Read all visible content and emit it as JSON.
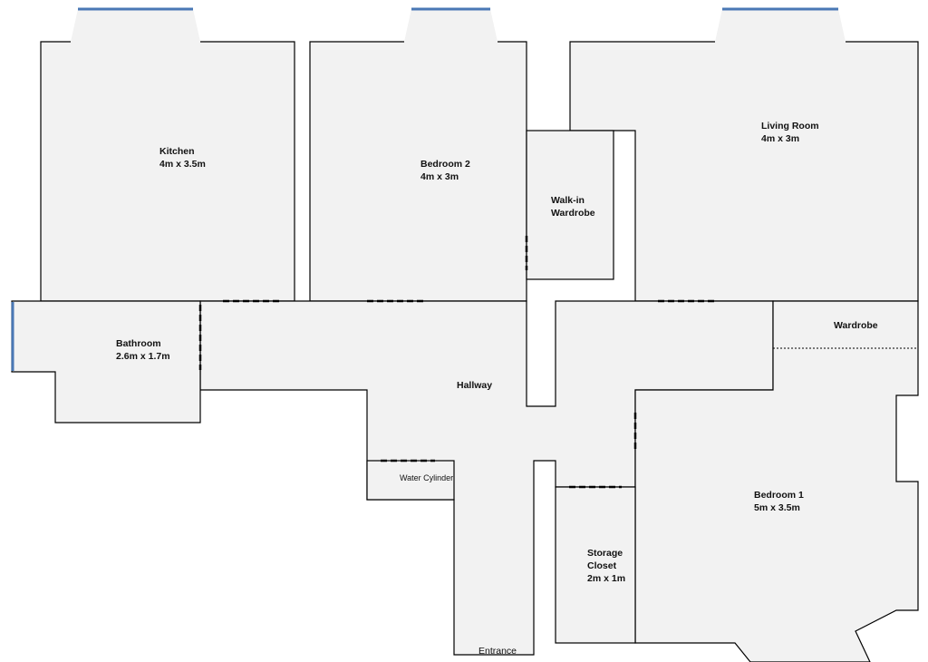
{
  "rooms": {
    "kitchen": {
      "name": "Kitchen",
      "size": "4m x 3.5m"
    },
    "bedroom2": {
      "name": "Bedroom 2",
      "size": "4m x 3m"
    },
    "walkin": {
      "line1": "Walk-in",
      "line2": "Wardrobe"
    },
    "living": {
      "name": "Living Room",
      "size": "4m x 3m"
    },
    "bathroom": {
      "name": "Bathroom",
      "size": "2.6m x 1.7m"
    },
    "hallway": {
      "name": "Hallway"
    },
    "wardrobe": {
      "name": "Wardrobe"
    },
    "water": {
      "name": "Water Cylinder"
    },
    "bedroom1": {
      "name": "Bedroom 1",
      "size": "5m x 3.5m"
    },
    "storage": {
      "line1": "Storage",
      "line2": "Closet",
      "size": "2m x 1m"
    },
    "entrance": {
      "name": "Entrance"
    }
  },
  "colors": {
    "floor": "#f2f2f2",
    "wall": "#000000",
    "window": "#4a78b5"
  }
}
